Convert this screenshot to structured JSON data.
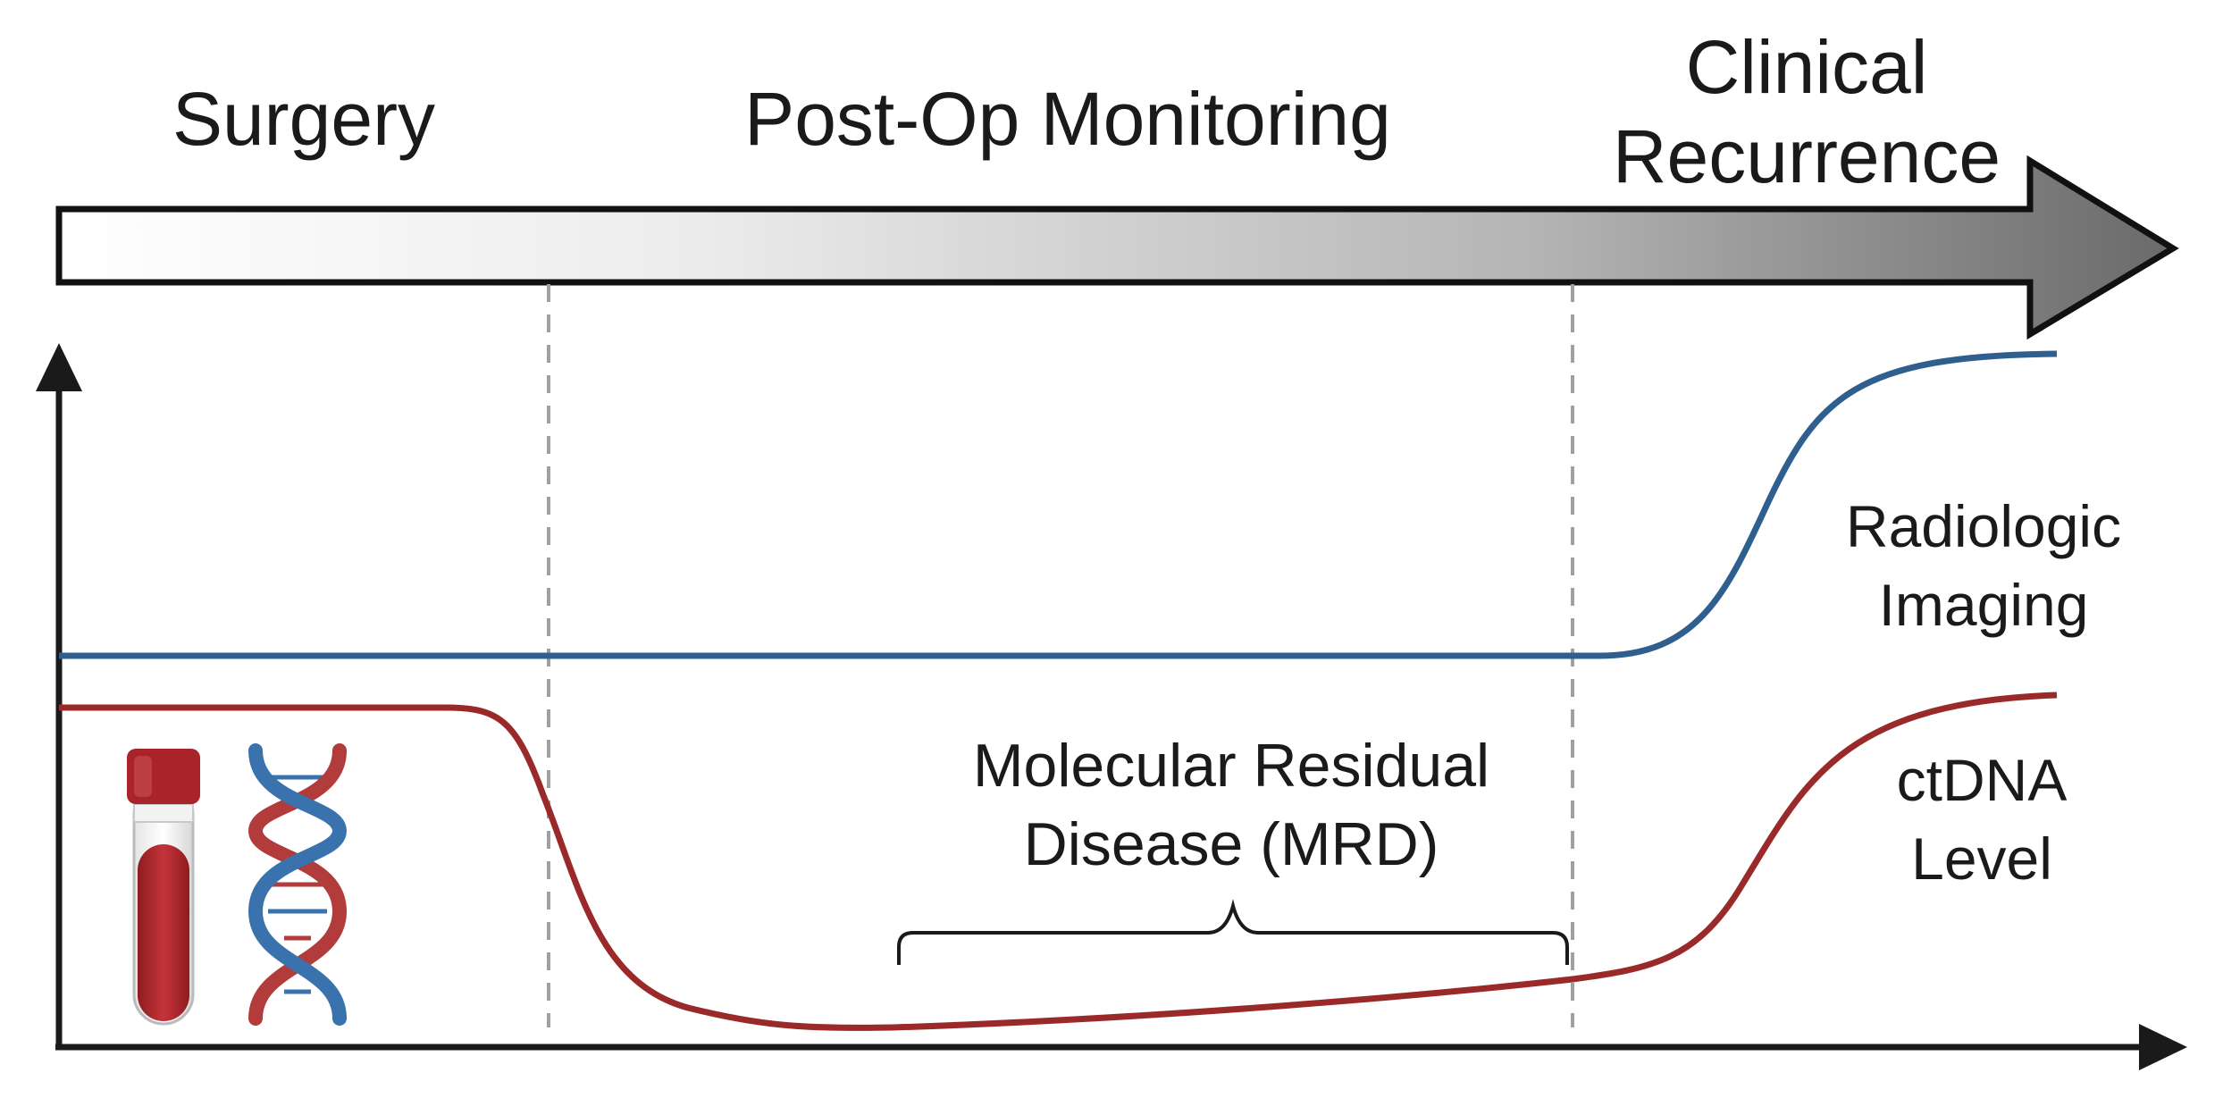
{
  "timeline": {
    "phases": {
      "surgery": "Surgery",
      "monitoring": "Post-Op Monitoring",
      "recurrence_line1": "Clinical",
      "recurrence_line2": "Recurrence"
    }
  },
  "curves": {
    "imaging": {
      "label_line1": "Radiologic",
      "label_line2": "Imaging",
      "color": "#2f5f8f"
    },
    "ctdna": {
      "label_line1": "ctDNA",
      "label_line2": "Level",
      "color": "#9a2a2a"
    }
  },
  "annotations": {
    "mrd_line1": "Molecular Residual",
    "mrd_line2": "Disease (MRD)"
  },
  "icons": [
    "blood-tube-icon",
    "dna-helix-icon"
  ],
  "colors": {
    "axis": "#1a1a1a",
    "divider": "#a0a0a0",
    "tube_cap": "#a8242a",
    "tube_blood": "#b0262b"
  }
}
